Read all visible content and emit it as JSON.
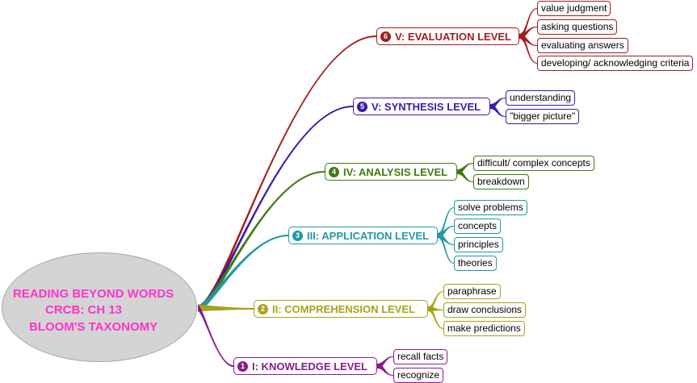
{
  "central": {
    "lines": [
      "READING BEYOND WORDS",
      "CRCB: CH 13",
      "BLOOM'S TAXONOMY"
    ],
    "color": "#ff33cc",
    "fill": "#d4d4d4"
  },
  "branches": [
    {
      "id": "evaluation",
      "number": "6",
      "label": "V: EVALUATION LEVEL",
      "color": "#a31d1d",
      "children": [
        "value judgment",
        "asking questions",
        "evaluating answers",
        "developing/ acknowledging criteria"
      ]
    },
    {
      "id": "synthesis",
      "number": "5",
      "label": "V: SYNTHESIS LEVEL",
      "color": "#3d1aa6",
      "children": [
        "understanding",
        "\"bigger picture\""
      ]
    },
    {
      "id": "analysis",
      "number": "4",
      "label": "IV: ANALYSIS LEVEL",
      "color": "#3f7a12",
      "children": [
        "difficult/ complex concepts",
        "breakdown"
      ]
    },
    {
      "id": "application",
      "number": "3",
      "label": "III: APPLICATION LEVEL",
      "color": "#1e9aa0",
      "children": [
        "solve problems",
        "concepts",
        "principles",
        "theories"
      ]
    },
    {
      "id": "comprehension",
      "number": "2",
      "label": "II: COMPREHENSION LEVEL",
      "color": "#a8a21a",
      "children": [
        "paraphrase",
        "draw conclusions",
        "make predictions"
      ]
    },
    {
      "id": "knowledge",
      "number": "1",
      "label": "I: KNOWLEDGE LEVEL",
      "color": "#8a1a8a",
      "children": [
        "recall facts",
        "recognize"
      ]
    }
  ]
}
